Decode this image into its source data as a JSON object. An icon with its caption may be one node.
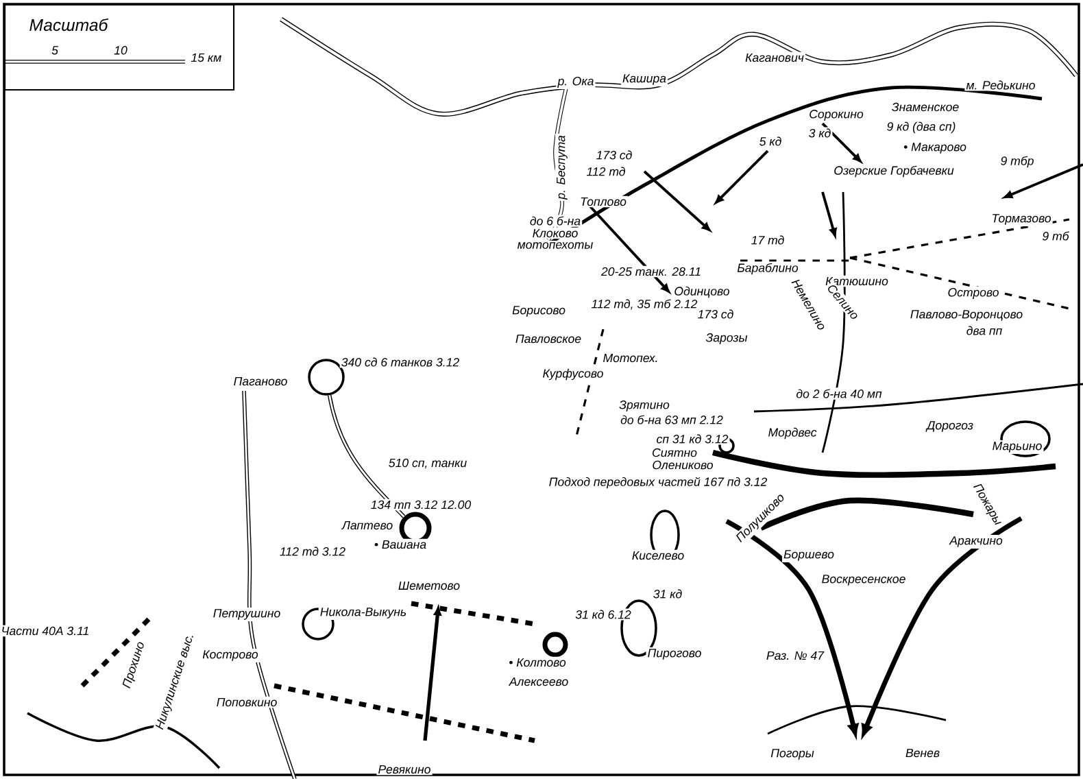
{
  "diagram": {
    "nodes": [
      {
        "text": [
          "Масштаб",
          "5",
          "10",
          "15 км"
        ]
      },
      {
        "text": [],
        "shape": "circle"
      },
      {
        "text": [],
        "shape": "circle"
      },
      {
        "text": [],
        "shape": "circle"
      },
      {
        "text": [],
        "shape": "circle"
      },
      {
        "text": [],
        "shape": "circle"
      },
      {
        "text": [],
        "shape": "circle"
      },
      {
        "text": [],
        "shape": "circle"
      },
      {
        "text": [],
        "shape": "circle"
      }
    ],
    "edges": [
      {
        "from": 1,
        "to": 2,
        "arrow": "none"
      }
    ],
    "labels": [
      "р. Ока",
      "Кашира",
      "Каганович",
      "м. Редькино",
      "Знаменское",
      "Сорокино",
      "9 кд (два сп)",
      "3 кд",
      "• Макарово",
      "5 кд",
      "173 сд",
      "112 тд",
      "р. Беспута",
      "Озерские Горбачевки",
      "9 тбр",
      "Топлово",
      "17 тд",
      "Тормазово",
      "до 6 б-на",
      "Клоково",
      "мотопехоты",
      "9 тб",
      "Бараблино",
      "Катюшино",
      "20-25 танк. 28.11",
      "Острово",
      "Борисово",
      "112 тд, 35 тб 2.12",
      "Одинцово",
      "Павловское",
      "173 сд",
      "Немелино",
      "Селино",
      "Павлово-Воронцово",
      "два пп",
      "Зарозы",
      "Мотопех.",
      "Курфусово",
      "340 сд 6 танков 3.12",
      "Паганово",
      "Зрятино",
      "до б-на 63 мп 2.12",
      "до 2 б-на 40 мп",
      "Дорогоз",
      "Мордвес",
      "сп 31 кд 3.12",
      "Марьино",
      "Сиятно",
      "Олениково",
      "510 сп, танки",
      "Подход передовых частей 167 пд 3.12",
      "134 тп 3.12 12.00",
      "Лаптево",
      "Полушково",
      "Пожары",
      "Аракчино",
      "Киселево",
      "Боршево",
      "112 тд 3.12",
      "• Вашана",
      "Воскресенское",
      "Шеметово",
      "31 кд",
      "31 кд 6.12",
      "Петрушино",
      "Никола-Выкунь",
      "Части 40А 3.11",
      "Кострово",
      "Пирогово",
      "• Колтово",
      "Алексеево",
      "Прохино",
      "Никулинские выс.",
      "Раз. № 47",
      "Поповкино",
      "Ревякино",
      "Погоры",
      "Венев"
    ]
  }
}
